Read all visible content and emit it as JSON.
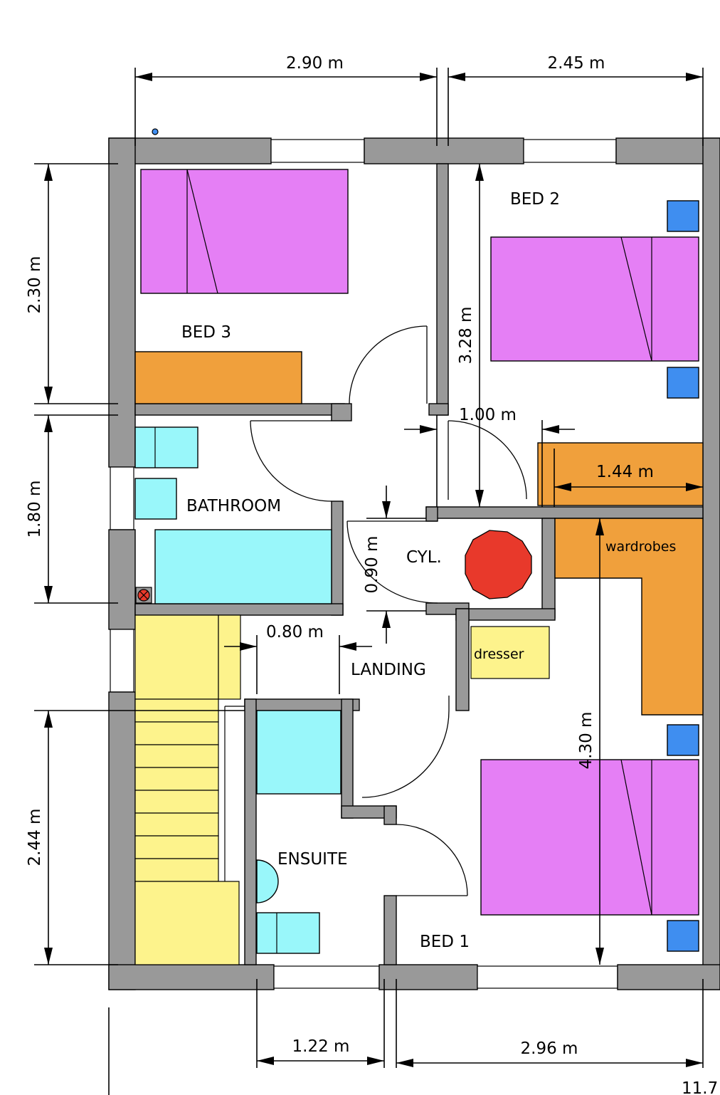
{
  "rooms": {
    "bed3": "BED 3",
    "bed2": "BED 2",
    "bed1": "BED 1",
    "bathroom": "BATHROOM",
    "cylinder": "CYL.",
    "landing": "LANDING",
    "ensuite": "ENSUITE"
  },
  "furniture": {
    "wardrobes": "wardrobes",
    "dresser": "dresser"
  },
  "dimensions": {
    "top_left": "2.90 m",
    "top_right": "2.45 m",
    "left_upper": "2.30 m",
    "left_middle": "1.80 m",
    "left_lower": "2.44 m",
    "bed2_depth": "3.28 m",
    "bed2_door": "1.00 m",
    "wardrobe_width": "1.44 m",
    "cylinder_door": "0.90 m",
    "landing_door": "0.80 m",
    "bed1_depth": "4.30 m",
    "bottom_left": "1.22 m",
    "bottom_right": "2.96 m",
    "corner_fragment": "11.7"
  },
  "colors": {
    "wall": "#999999",
    "bed": "#e57ff5",
    "wardrobe": "#f0a03c",
    "bathroom_fixture": "#99f7fa",
    "stairs": "#fdf38c",
    "bedside_table": "#3f8ef0",
    "cylinder": "#e8392b"
  }
}
